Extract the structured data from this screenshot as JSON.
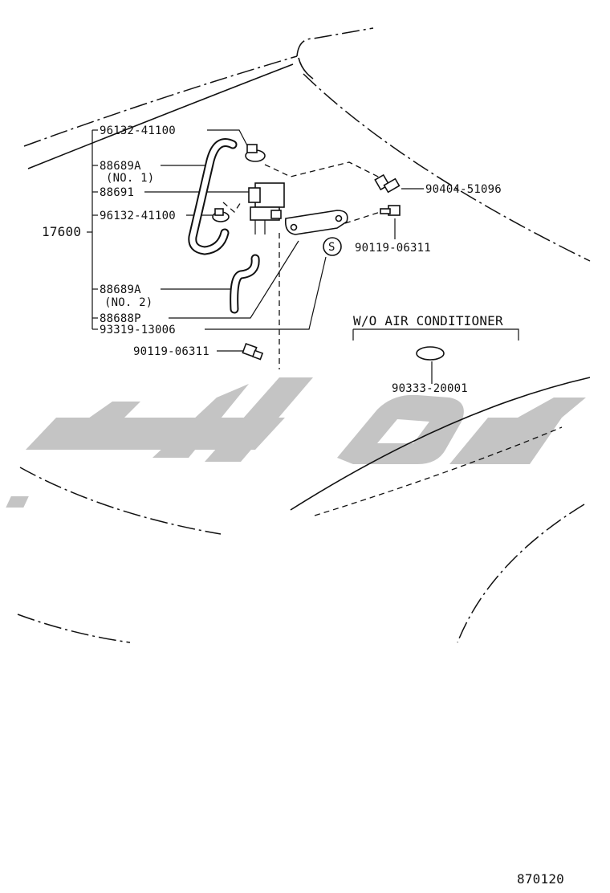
{
  "labels": {
    "p_96132_41100_top": "96132-41100",
    "p_88689A_no1": "88689A",
    "p_no1": "(NO. 1)",
    "p_88691": "88691",
    "p_96132_41100_mid": "96132-41100",
    "p_17600": "17600",
    "p_88689A_no2": "88689A",
    "p_no2": "(NO. 2)",
    "p_88688P": "88688P",
    "p_93319_13006": "93319-13006",
    "p_90119_06311_left": "90119-06311",
    "p_90404_51096": "90404-51096",
    "p_90119_06311_right": "90119-06311",
    "s_marker": "S",
    "wo_air": "W/O AIR CONDITIONER",
    "p_90333_20001": "90333-20001",
    "page_code": "870120"
  },
  "colors": {
    "ink": "#111111",
    "watermark": "#c4c4c4",
    "background": "#ffffff"
  }
}
